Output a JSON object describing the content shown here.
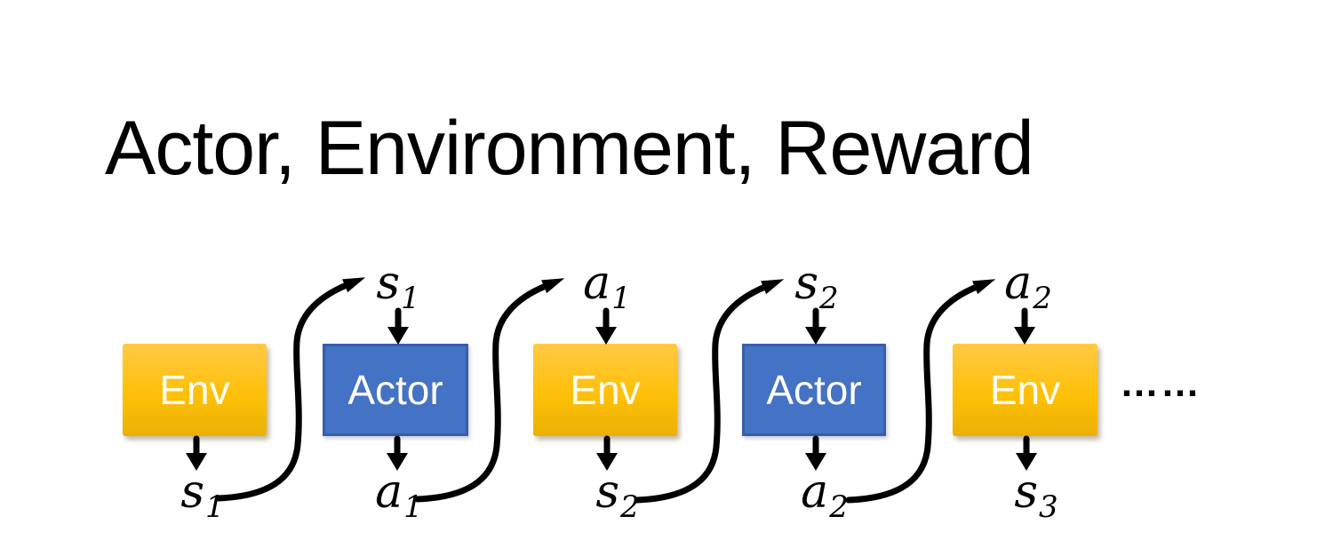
{
  "title": "Actor, Environment, Reward",
  "boxes": [
    {
      "label": "Env",
      "kind": "env"
    },
    {
      "label": "Actor",
      "kind": "actor"
    },
    {
      "label": "Env",
      "kind": "env"
    },
    {
      "label": "Actor",
      "kind": "actor"
    },
    {
      "label": "Env",
      "kind": "env"
    }
  ],
  "top_labels": [
    {
      "base": "s",
      "sub": "1"
    },
    {
      "base": "a",
      "sub": "1"
    },
    {
      "base": "s",
      "sub": "2"
    },
    {
      "base": "a",
      "sub": "2"
    }
  ],
  "bottom_labels": [
    {
      "base": "s",
      "sub": "1"
    },
    {
      "base": "a",
      "sub": "1"
    },
    {
      "base": "s",
      "sub": "2"
    },
    {
      "base": "a",
      "sub": "2"
    },
    {
      "base": "s",
      "sub": "3"
    }
  ],
  "ellipsis": "……",
  "colors": {
    "background": "#FFFFFF",
    "title_text": "#000000",
    "env_gradient_top": "#FFC945",
    "env_gradient_mid": "#FFC008",
    "env_gradient_bottom": "#EBB005",
    "env_text": "#FFFDF0",
    "actor_fill": "#4472C4",
    "actor_border": "#3A5DA8",
    "actor_text": "#FFFFFF",
    "arrow": "#000000"
  }
}
